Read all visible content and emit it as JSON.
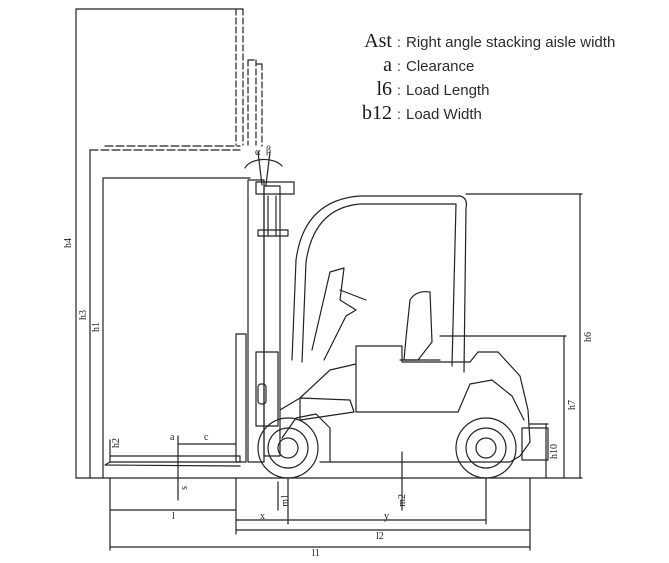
{
  "legend": [
    {
      "symbol": "Ast",
      "separator": ":",
      "description": "Right angle stacking aisle width"
    },
    {
      "symbol": "a",
      "separator": ":",
      "description": "Clearance"
    },
    {
      "symbol": "l6",
      "separator": ":",
      "description": "Load Length"
    },
    {
      "symbol": "b12",
      "separator": ":",
      "description": "Load Width"
    }
  ],
  "dimensions": {
    "h4": "h4",
    "h3": "h3",
    "h1": "h1",
    "h6": "h6",
    "h7": "h7",
    "h10": "h10",
    "h2": "h2",
    "s": "s",
    "c": "c",
    "alpha": "α",
    "beta": "β",
    "l": "l",
    "x": "x",
    "y": "y",
    "l2": "l2",
    "l1": "l1",
    "m1": "m1",
    "m2": "m2"
  }
}
